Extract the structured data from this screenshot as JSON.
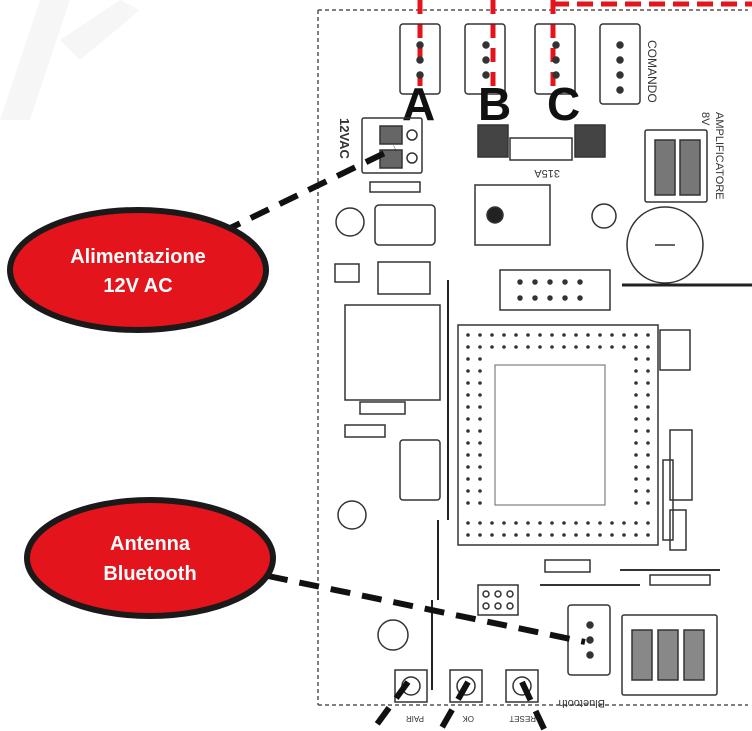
{
  "labels": {
    "connector_a": "A",
    "connector_b": "B",
    "connector_c": "C",
    "comando": "COMANDO",
    "amplificatore": "AMPLIFICATORE",
    "amplificatore_v": "8V",
    "power_terminal": "12VAC",
    "fuse": "315A",
    "bluetooth": "Bluetooth",
    "button_1": "PAIR",
    "button_2": "OK",
    "button_3": "RESET"
  },
  "callouts": {
    "power": {
      "line1": "Alimentazione",
      "line2": "12V AC"
    },
    "antenna": {
      "line1": "Antenna",
      "line2": "Bluetooth"
    }
  },
  "colors": {
    "callout_fill": "#e3141b",
    "callout_border": "#1a1a1a",
    "dashed_red": "#e3141b",
    "dashed_black": "#111111"
  }
}
